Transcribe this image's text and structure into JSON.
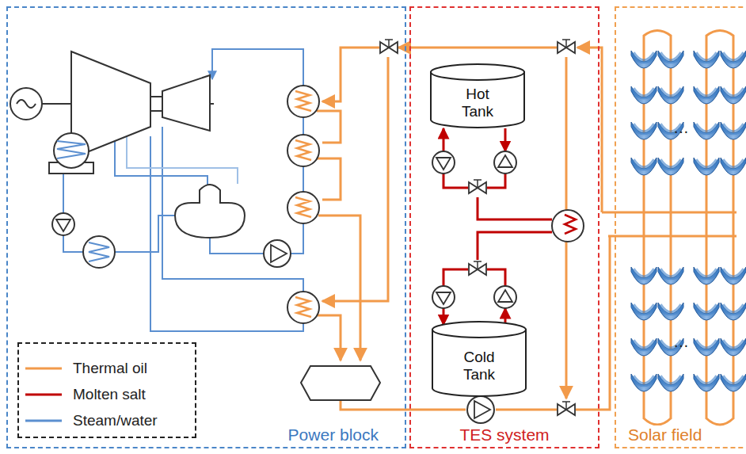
{
  "diagram": {
    "nodes": [
      {
        "text": [
          "Power block"
        ]
      },
      {
        "text": [
          "TES system"
        ]
      },
      {
        "text": [
          "Solar field"
        ]
      },
      {
        "text": [
          "Hot Tank"
        ],
        "in": 1
      },
      {
        "text": [
          "Cold Tank"
        ],
        "in": 1
      }
    ],
    "labels": [
      "…",
      "…"
    ],
    "legend": [
      {
        "text": "Thermal oil",
        "color": "#f29a4a"
      },
      {
        "text": "Molten salt",
        "color": "#c00000"
      },
      {
        "text": "Steam/water",
        "color": "#5b8fd0"
      }
    ]
  }
}
